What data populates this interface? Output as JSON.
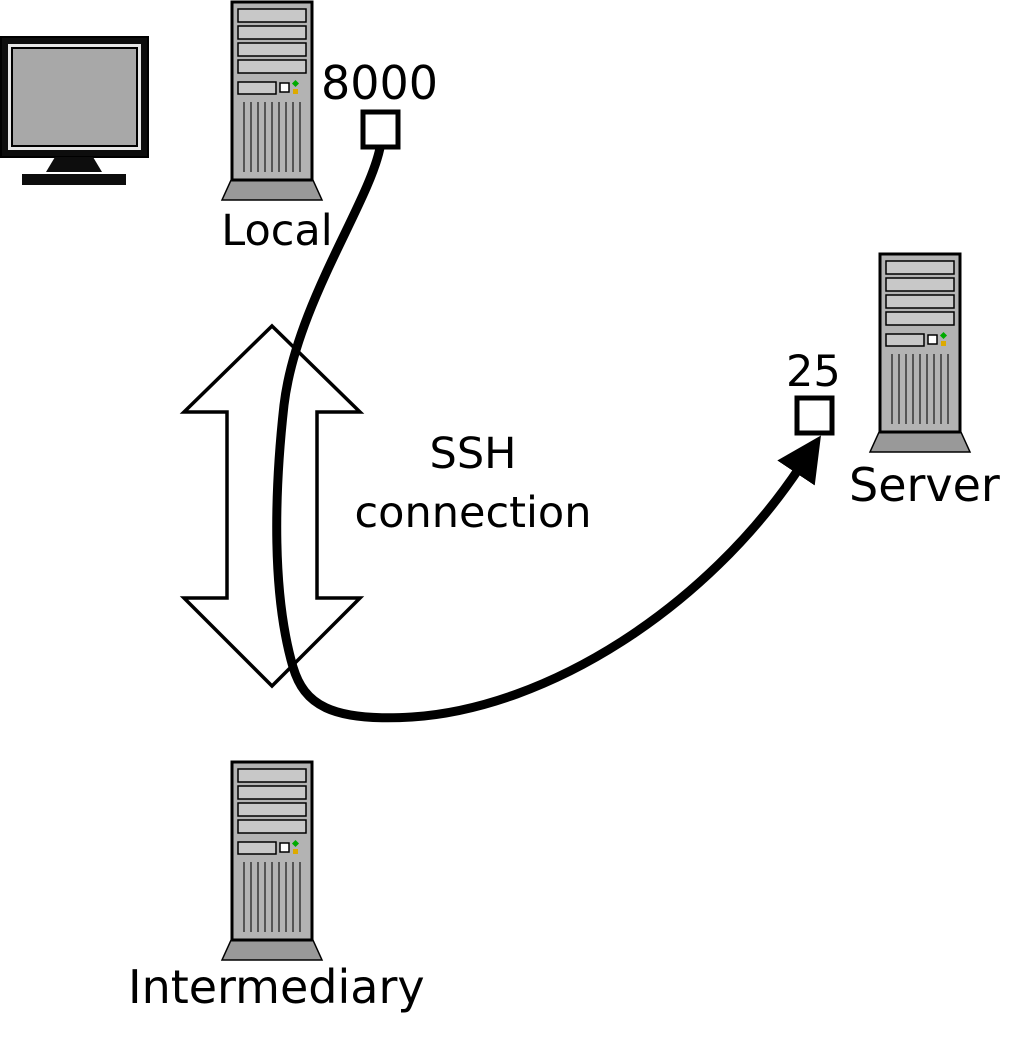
{
  "diagram": {
    "kind": "ssh-port-forwarding-diagram",
    "background_color": "#ffffff",
    "nodes": [
      {
        "id": "client-monitor",
        "type": "monitor",
        "label": ""
      },
      {
        "id": "local",
        "type": "computer-tower",
        "label": "Local",
        "port": "8000"
      },
      {
        "id": "intermediary",
        "type": "computer-tower",
        "label": "Intermediary",
        "port": ""
      },
      {
        "id": "server",
        "type": "computer-tower",
        "label": "Server",
        "port": "25"
      }
    ],
    "connections": [
      {
        "id": "ssh-link",
        "from": "Local",
        "to": "Intermediary",
        "label": "SSH connection",
        "style": "double-headed-outline-arrow"
      },
      {
        "id": "tunnel-link",
        "from": "Local:8000",
        "to": "Server:25",
        "label": "",
        "style": "thick-curved-arrow"
      }
    ],
    "colors": {
      "line": "#000000",
      "tower_body": "#b3b3b3",
      "tower_bay": "#c8c8c8",
      "tower_base": "#999999",
      "led_green": "#00aa00",
      "led_amber": "#ddaa00",
      "port_box_fill": "#ffffff"
    }
  }
}
